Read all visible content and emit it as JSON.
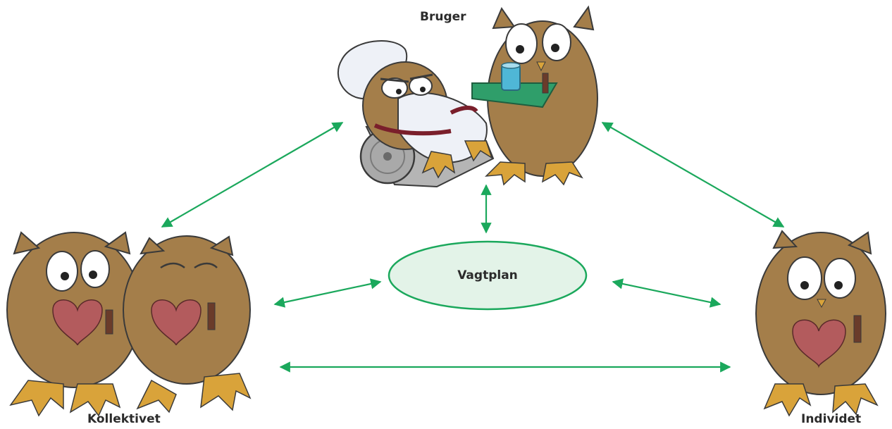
{
  "nodes": {
    "bruger": "Bruger",
    "kollektivet": "Kollektivet",
    "individet": "Individet",
    "center": "Vagtplan"
  },
  "colors": {
    "arrow": "#1ba85c",
    "ellipse_fill": "#e3f3e8",
    "ellipse_stroke": "#1ba85c",
    "owl_body": "#a47e4a",
    "owl_body_dark": "#7a5a30",
    "owl_feet": "#d9a33a",
    "heart": "#b35b5d",
    "tray": "#2f9e6a",
    "cup": "#4fb7d6",
    "wheelchair": "#9a9a9a",
    "pillow": "#eef1f7"
  },
  "icons": [
    "owl-patient-wheelchair-icon",
    "owl-caregiver-tray-icon",
    "owl-pair-icon",
    "owl-single-icon"
  ]
}
